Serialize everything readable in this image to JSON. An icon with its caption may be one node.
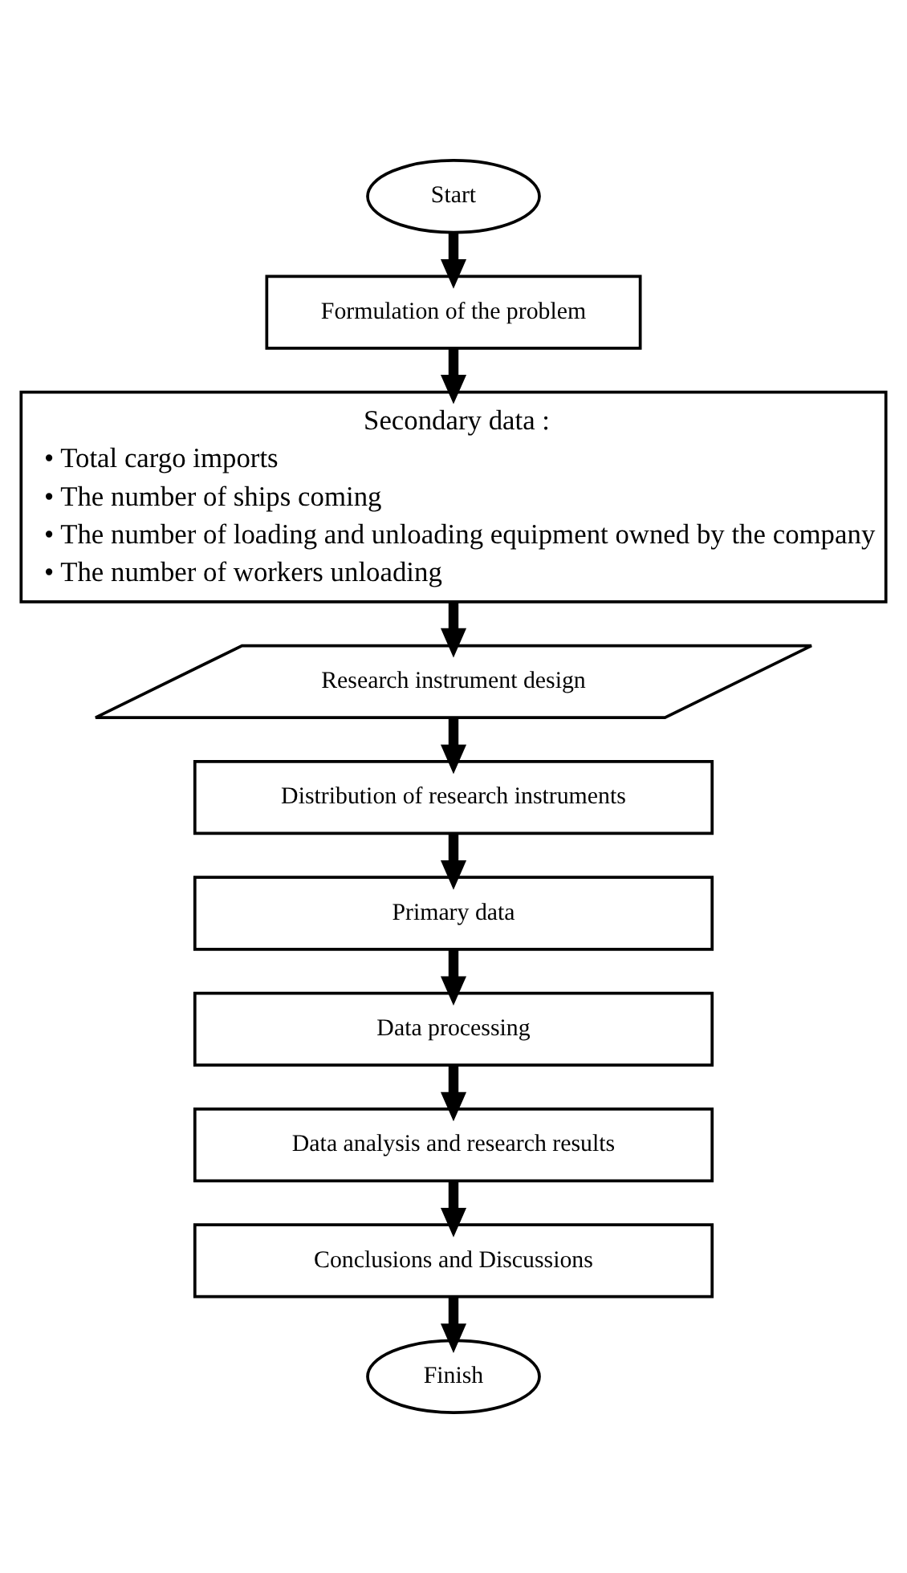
{
  "diagram": {
    "nodes": [
      {
        "text": [
          "Start"
        ]
      },
      {
        "text": [
          "Formulation of the problem"
        ]
      },
      {
        "text": [
          "Secondary data :",
          "• Total cargo imports",
          "• The number of ships coming",
          "• The number of loading and unloading equipment owned by the company",
          "• The number of workers unloading"
        ]
      },
      {
        "text": [
          "Research instrument design"
        ]
      },
      {
        "text": [
          "Distribution of research instruments"
        ]
      },
      {
        "text": [
          "Primary data"
        ]
      },
      {
        "text": [
          "Data processing"
        ]
      },
      {
        "text": [
          "Data analysis and research results"
        ]
      },
      {
        "text": [
          "Conclusions and Discussions"
        ]
      },
      {
        "text": [
          "Finish"
        ]
      }
    ],
    "edges": [
      {
        "from": 0,
        "to": 1,
        "arrow": "to"
      },
      {
        "from": 1,
        "to": 2,
        "arrow": "to"
      },
      {
        "from": 2,
        "to": 3,
        "arrow": "to"
      },
      {
        "from": 3,
        "to": 4,
        "arrow": "to"
      },
      {
        "from": 4,
        "to": 5,
        "arrow": "to"
      },
      {
        "from": 5,
        "to": 6,
        "arrow": "to"
      },
      {
        "from": 6,
        "to": 7,
        "arrow": "to"
      },
      {
        "from": 7,
        "to": 8,
        "arrow": "to"
      },
      {
        "from": 8,
        "to": 9,
        "arrow": "to"
      }
    ]
  }
}
